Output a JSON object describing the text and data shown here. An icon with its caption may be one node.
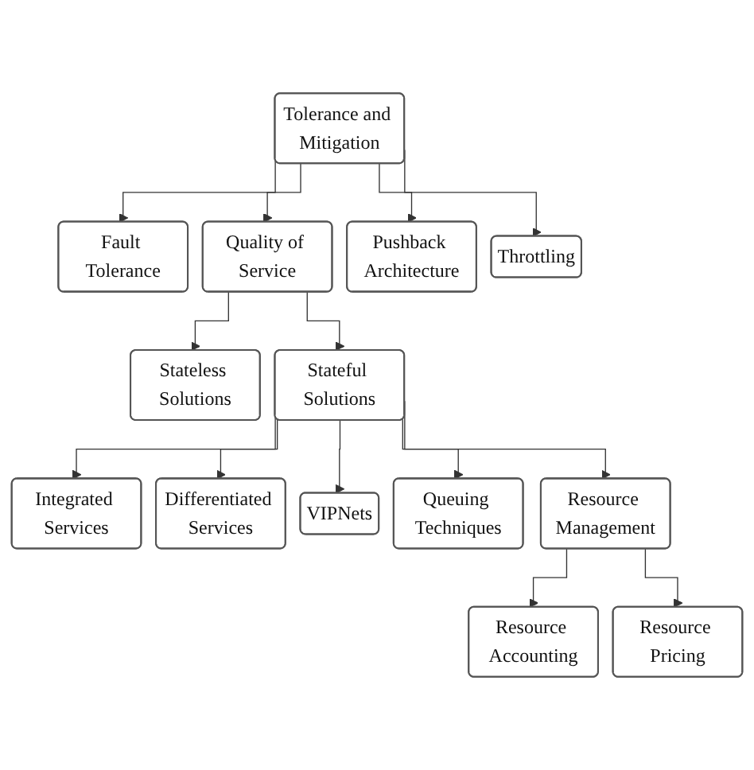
{
  "diagram": {
    "nodes": [
      {
        "text": [
          "Tolerance and Mitigation"
        ]
      },
      {
        "text": [
          "Fault Tolerance"
        ]
      },
      {
        "text": [
          "Quality of Service"
        ]
      },
      {
        "text": [
          "Pushback Architecture"
        ]
      },
      {
        "text": [
          "Throttling"
        ]
      },
      {
        "text": [
          "Stateless Solutions"
        ]
      },
      {
        "text": [
          "Stateful Solutions"
        ]
      },
      {
        "text": [
          "Integrated Services"
        ]
      },
      {
        "text": [
          "Differentiated Services"
        ]
      },
      {
        "text": [
          "VIPNets"
        ]
      },
      {
        "text": [
          "Queuing Techniques"
        ]
      },
      {
        "text": [
          "Resource Management"
        ]
      },
      {
        "text": [
          "Resource Accounting"
        ]
      },
      {
        "text": [
          "Resource Pricing"
        ]
      }
    ],
    "edges": [
      {
        "from": 0,
        "to": 1,
        "arrow": "to"
      },
      {
        "from": 0,
        "to": 2,
        "arrow": "to"
      },
      {
        "from": 0,
        "to": 3,
        "arrow": "to"
      },
      {
        "from": 0,
        "to": 4,
        "arrow": "to"
      },
      {
        "from": 2,
        "to": 5,
        "arrow": "to"
      },
      {
        "from": 2,
        "to": 6,
        "arrow": "to"
      },
      {
        "from": 6,
        "to": 7,
        "arrow": "to"
      },
      {
        "from": 6,
        "to": 8,
        "arrow": "to"
      },
      {
        "from": 6,
        "to": 9,
        "arrow": "to"
      },
      {
        "from": 6,
        "to": 10,
        "arrow": "to"
      },
      {
        "from": 6,
        "to": 11,
        "arrow": "to"
      },
      {
        "from": 11,
        "to": 12,
        "arrow": "to"
      },
      {
        "from": 11,
        "to": 13,
        "arrow": "to"
      }
    ]
  }
}
